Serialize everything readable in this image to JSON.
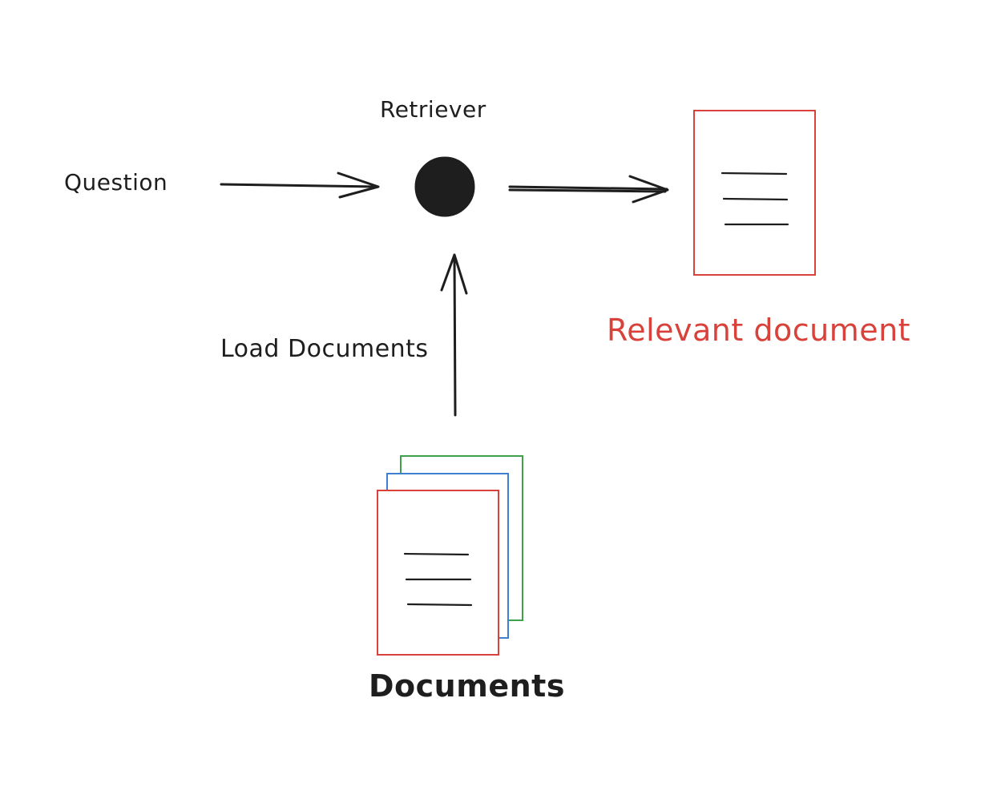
{
  "labels": {
    "question": "Question",
    "retriever": "Retriever",
    "load_documents": "Load Documents",
    "relevant_document": "Relevant document",
    "documents": "Documents"
  },
  "colors": {
    "ink": "#1e1e1e",
    "relevant": "#d9413b",
    "doc_front": "#d9413b",
    "doc_middle": "#3f7fd0",
    "doc_back": "#3fa14a",
    "background": "#ffffff"
  }
}
